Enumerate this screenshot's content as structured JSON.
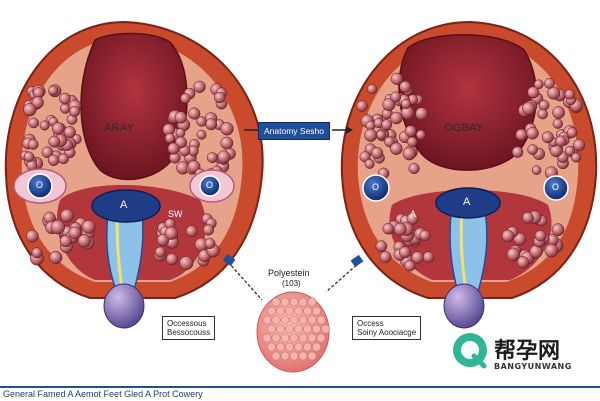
{
  "left_panel": {
    "title": "ARAY",
    "left_badge": "O",
    "right_badge": "O",
    "center_label": "A",
    "center_sublabel": "SW",
    "callout": "Occessous\nBessocouss"
  },
  "right_panel": {
    "title": "OGBAY",
    "left_badge": "O",
    "right_badge": "O",
    "center_label": "A",
    "center_sublabel": "A",
    "callout": "Occess\nSoiny Aoociacge"
  },
  "center_tag": "Anatomy Sesho",
  "center_sample": {
    "title": "Polyestein",
    "subtitle": "(103)"
  },
  "footer": "General Famed A Aemot Feet Gled A Prot Cowery",
  "watermark": {
    "name": "帮孕网",
    "subtitle": "BANGYUNWANG"
  },
  "colors": {
    "outer_tissue": "#c94a2c",
    "inner_cavity": "#8e1f2a",
    "gland_fill": "#d89296",
    "accent_blue": "#1f4e9a",
    "watermark_green": "#2fb597"
  }
}
